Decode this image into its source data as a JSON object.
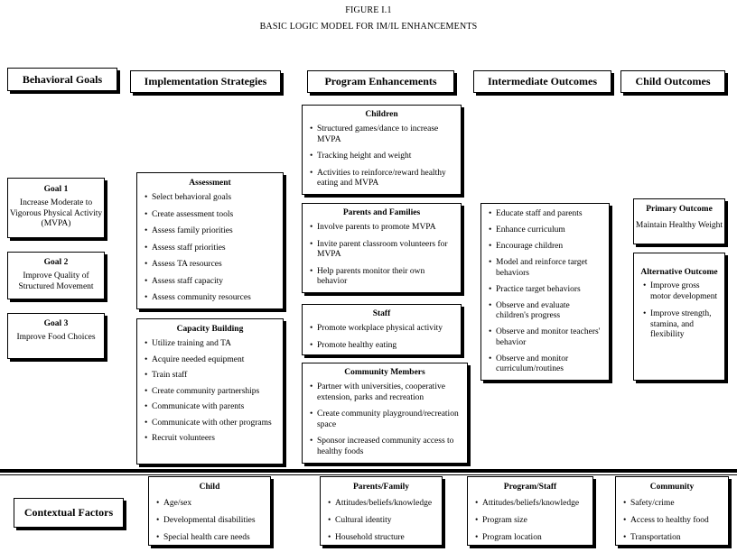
{
  "figure": {
    "label": "FIGURE I.1",
    "title": "BASIC LOGIC MODEL FOR IM/IL ENHANCEMENTS"
  },
  "columns": {
    "behavioral_goals": "Behavioral Goals",
    "implementation": "Implementation Strategies",
    "enhancements": "Program Enhancements",
    "intermediate": "Intermediate Outcomes",
    "child": "Child Outcomes"
  },
  "goals": [
    {
      "title": "Goal 1",
      "text": "Increase Moderate to Vigorous Physical Activity (MVPA)"
    },
    {
      "title": "Goal 2",
      "text": "Improve Quality of Structured Movement"
    },
    {
      "title": "Goal 3",
      "text": "Improve Food Choices"
    }
  ],
  "assessment": {
    "title": "Assessment",
    "items": [
      "Select behavioral goals",
      "Create assessment tools",
      "Assess family priorities",
      "Assess staff priorities",
      "Assess TA resources",
      "Assess staff capacity",
      "Assess community resources"
    ]
  },
  "capacity": {
    "title": "Capacity Building",
    "items": [
      "Utilize training and TA",
      "Acquire needed equipment",
      "Train staff",
      "Create community partnerships",
      "Communicate with parents",
      "Communicate with other programs",
      "Recruit volunteers"
    ]
  },
  "children": {
    "title": "Children",
    "items": [
      "Structured games/dance to increase MVPA",
      "Tracking height and weight",
      "Activities to reinforce/reward healthy eating and MVPA"
    ]
  },
  "parents_families": {
    "title": "Parents and Families",
    "items": [
      "Involve parents to promote MVPA",
      "Invite parent classroom volunteers for MVPA",
      "Help parents monitor their own behavior"
    ]
  },
  "staff": {
    "title": "Staff",
    "items": [
      "Promote workplace physical activity",
      "Promote healthy eating"
    ]
  },
  "community_members": {
    "title": "Community Members",
    "items": [
      "Partner with universities, cooperative extension, parks and recreation",
      "Create community playground/recreation space",
      "Sponsor increased community access to healthy foods"
    ]
  },
  "intermediate_outcomes": {
    "items": [
      "Educate staff and parents",
      "Enhance curriculum",
      "Encourage children",
      "Model and reinforce target behaviors",
      "Practice target behaviors",
      "Observe and evaluate children's progress",
      "Observe and monitor teachers' behavior",
      "Observe and monitor curriculum/routines"
    ]
  },
  "primary_outcome": {
    "title": "Primary Outcome",
    "text": "Maintain Healthy Weight"
  },
  "alternative_outcome": {
    "title": "Alternative Outcome",
    "items": [
      "Improve gross motor development",
      "Improve strength, stamina, and flexibility"
    ]
  },
  "contextual": {
    "label": "Contextual Factors",
    "child": {
      "title": "Child",
      "items": [
        "Age/sex",
        "Developmental disabilities",
        "Special health care needs"
      ]
    },
    "parents_family": {
      "title": "Parents/Family",
      "items": [
        "Attitudes/beliefs/knowledge",
        "Cultural identity",
        "Household structure"
      ]
    },
    "program_staff": {
      "title": "Program/Staff",
      "items": [
        "Attitudes/beliefs/knowledge",
        "Program size",
        "Program location"
      ]
    },
    "community": {
      "title": "Community",
      "items": [
        "Safety/crime",
        "Access to healthy food",
        "Transportation"
      ]
    }
  }
}
